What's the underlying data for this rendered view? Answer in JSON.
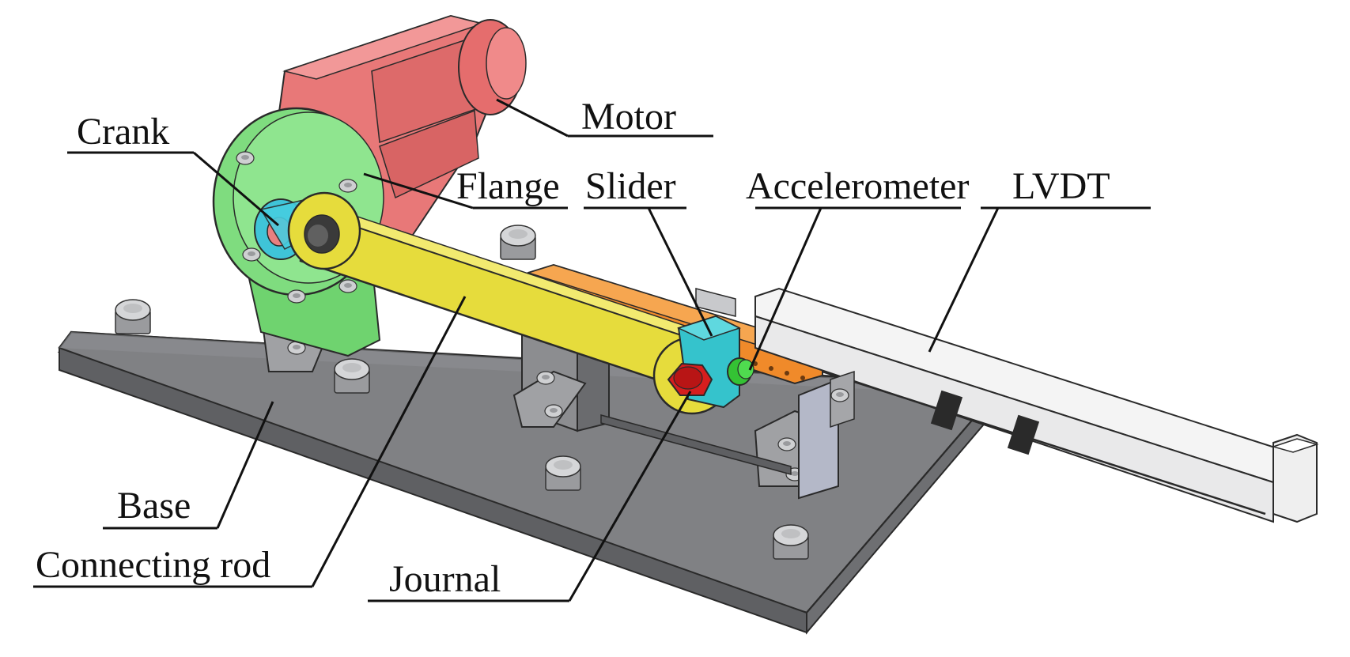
{
  "labels": {
    "motor": "Motor",
    "crank": "Crank",
    "flange": "Flange",
    "slider": "Slider",
    "accelerometer": "Accelerometer",
    "lvdt": "LVDT",
    "base": "Base",
    "connecting_rod": "Connecting rod",
    "journal": "Journal"
  },
  "colors": {
    "motor": "#e87878",
    "flange": "#7fdc7f",
    "crank": "#3fc4d8",
    "connecting_rod": "#e6dc3c",
    "slider": "#35c3cc",
    "journal": "#d61e1e",
    "accelerometer": "#34c234",
    "slider_rail": "#f08a2a",
    "base": "#7d7e81",
    "lvdt": "#f4f4f4"
  }
}
